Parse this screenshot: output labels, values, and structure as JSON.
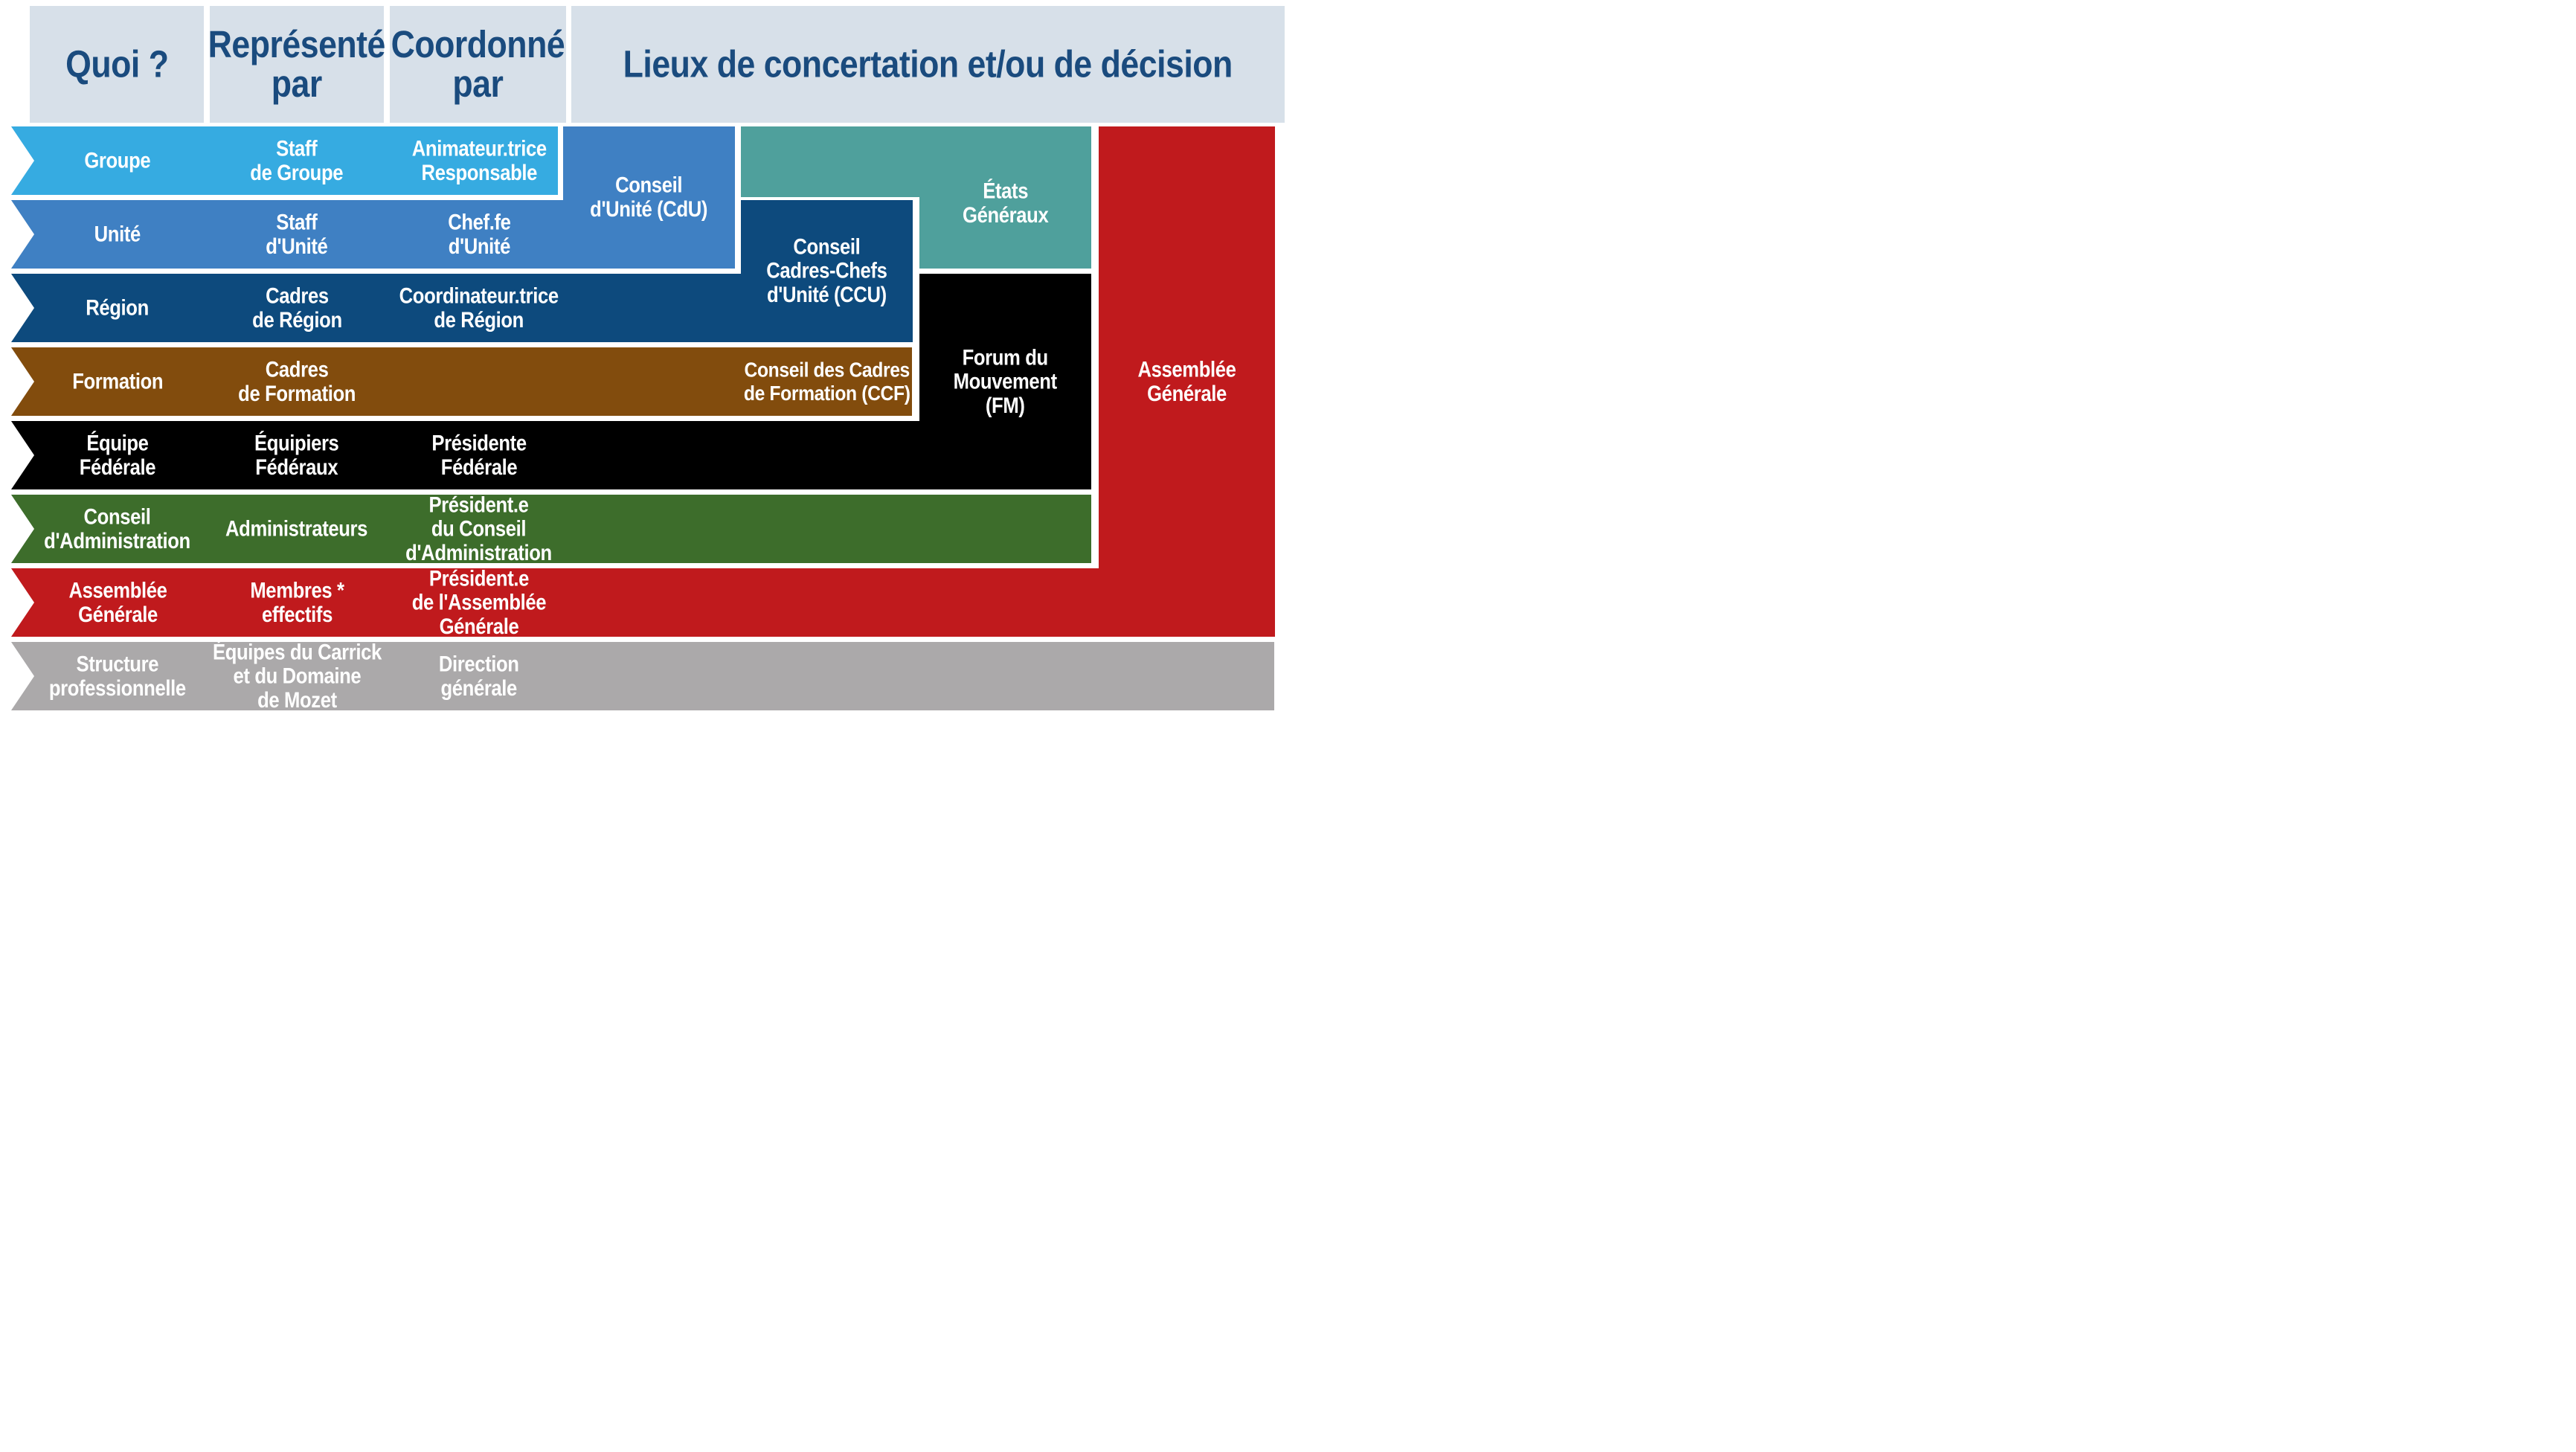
{
  "title": "Organigramme de concertation et de décision",
  "header": {
    "what": "Quoi ?",
    "represented_by": "Représenté\npar",
    "coordinated_by": "Coordonné\npar",
    "places": "Lieux de concertation et/ou de décision"
  },
  "rows": [
    {
      "id": "groupe",
      "what": "Groupe",
      "represented_by": "Staff\nde Groupe",
      "coordinated_by": "Animateur.trice\nResponsable"
    },
    {
      "id": "unite",
      "what": "Unité",
      "represented_by": "Staff\nd'Unité",
      "coordinated_by": "Chef.fe\nd'Unité"
    },
    {
      "id": "region",
      "what": "Région",
      "represented_by": "Cadres\nde Région",
      "coordinated_by": "Coordinateur.trice\nde Région"
    },
    {
      "id": "formation",
      "what": "Formation",
      "represented_by": "Cadres\nde Formation",
      "coordinated_by": ""
    },
    {
      "id": "equipe-federale",
      "what": "Équipe\nFédérale",
      "represented_by": "Équipiers\nFédéraux",
      "coordinated_by": "Présidente\nFédérale"
    },
    {
      "id": "conseil-administration",
      "what": "Conseil\nd'Administration",
      "represented_by": "Administrateurs",
      "coordinated_by": "Président.e\ndu Conseil\nd'Administration"
    },
    {
      "id": "assemblee-generale",
      "what": "Assemblée\nGénérale",
      "represented_by": "Membres *\neffectifs",
      "coordinated_by": "Président.e\nde l'Assemblée\nGénérale"
    },
    {
      "id": "structure-professionnelle",
      "what": "Structure\nprofessionnelle",
      "represented_by": "Équipes du Carrick\net du Domaine\nde Mozet",
      "coordinated_by": "Direction\ngénérale"
    }
  ],
  "blocks": {
    "conseil_unite": "Conseil\nd'Unité (CdU)",
    "etats_generaux": "États\nGénéraux",
    "conseil_cadres_chefs_unite": "Conseil\nCadres-Chefs\nd'Unité (CCU)",
    "conseil_cadres_formation": "Conseil des Cadres\nde Formation (CCF)",
    "forum_mouvement": "Forum du\nMouvement\n(FM)",
    "assemblee_generale": "Assemblée\nGénérale"
  },
  "colors": {
    "header_bg": "#D7E0E9",
    "header_text": "#1A4B7E",
    "groupe": "#36ABE1",
    "unite": "#3F80C3",
    "region": "#0D4A7D",
    "formation": "#824C0D",
    "equipe_federale": "#000000",
    "conseil_administration": "#3D6D2B",
    "assemblee_generale": "#C01A1D",
    "structure_professionnelle": "#ABA9AA",
    "etats_generaux": "#4FA09C",
    "text": "#FFFFFF"
  }
}
